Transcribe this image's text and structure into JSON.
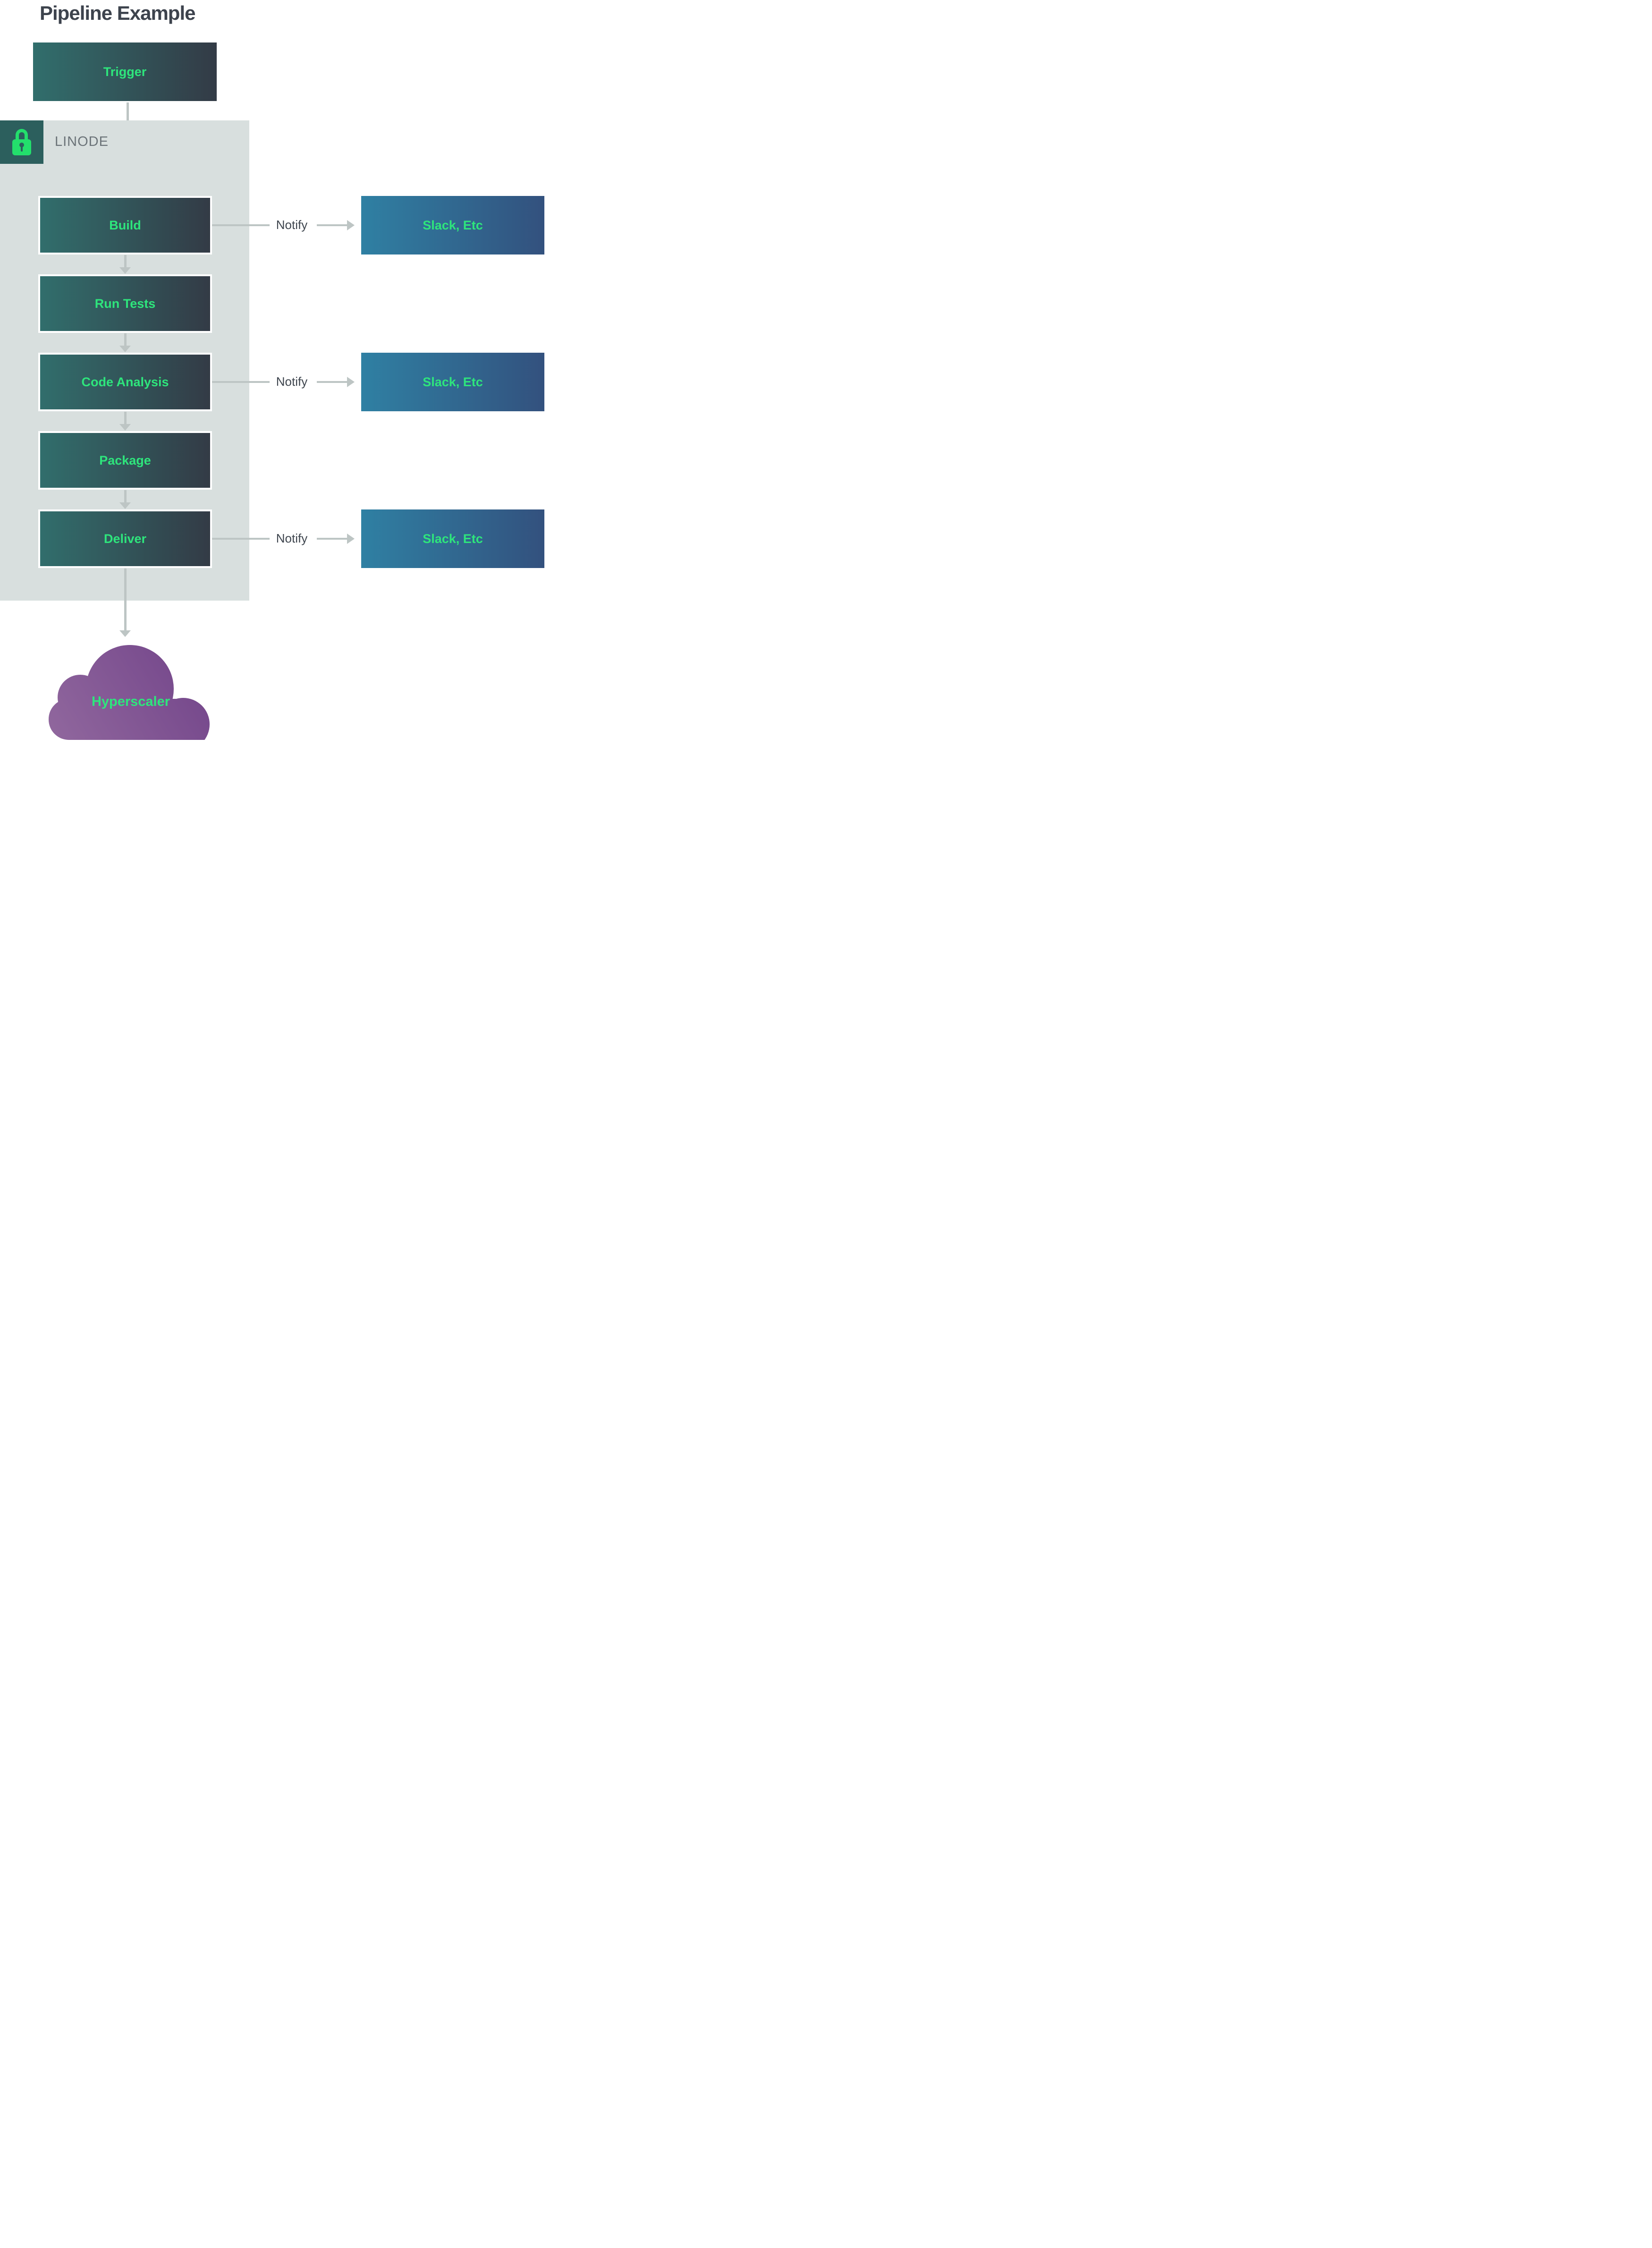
{
  "page": {
    "title": "Pipeline Example"
  },
  "trigger": {
    "label": "Trigger"
  },
  "container": {
    "label": "LINODE",
    "icon": "lock-icon"
  },
  "stages": [
    {
      "label": "Build",
      "notify": true
    },
    {
      "label": "Run Tests",
      "notify": false
    },
    {
      "label": "Code Analysis",
      "notify": true
    },
    {
      "label": "Package",
      "notify": false
    },
    {
      "label": "Deliver",
      "notify": true
    }
  ],
  "notify": {
    "label": "Notify",
    "target_label": "Slack, Etc"
  },
  "cloud": {
    "label": "Hyperscaler"
  },
  "colors": {
    "green": "#2ee57c",
    "title_text": "#3d434d",
    "stage_grad_start": "#316e6c",
    "stage_grad_end": "#333b46",
    "slack_grad_start": "#2f80a3",
    "slack_grad_end": "#33517e",
    "container_bg": "#d8dfde",
    "lock_bg": "#2c5f5d",
    "lock_green": "#23df6c",
    "linode_text": "#6b7378",
    "notify_text": "#3e454e",
    "arrow": "#bdc5c4",
    "cloud_grad_start": "#91689e",
    "cloud_grad_end": "#73458a"
  }
}
